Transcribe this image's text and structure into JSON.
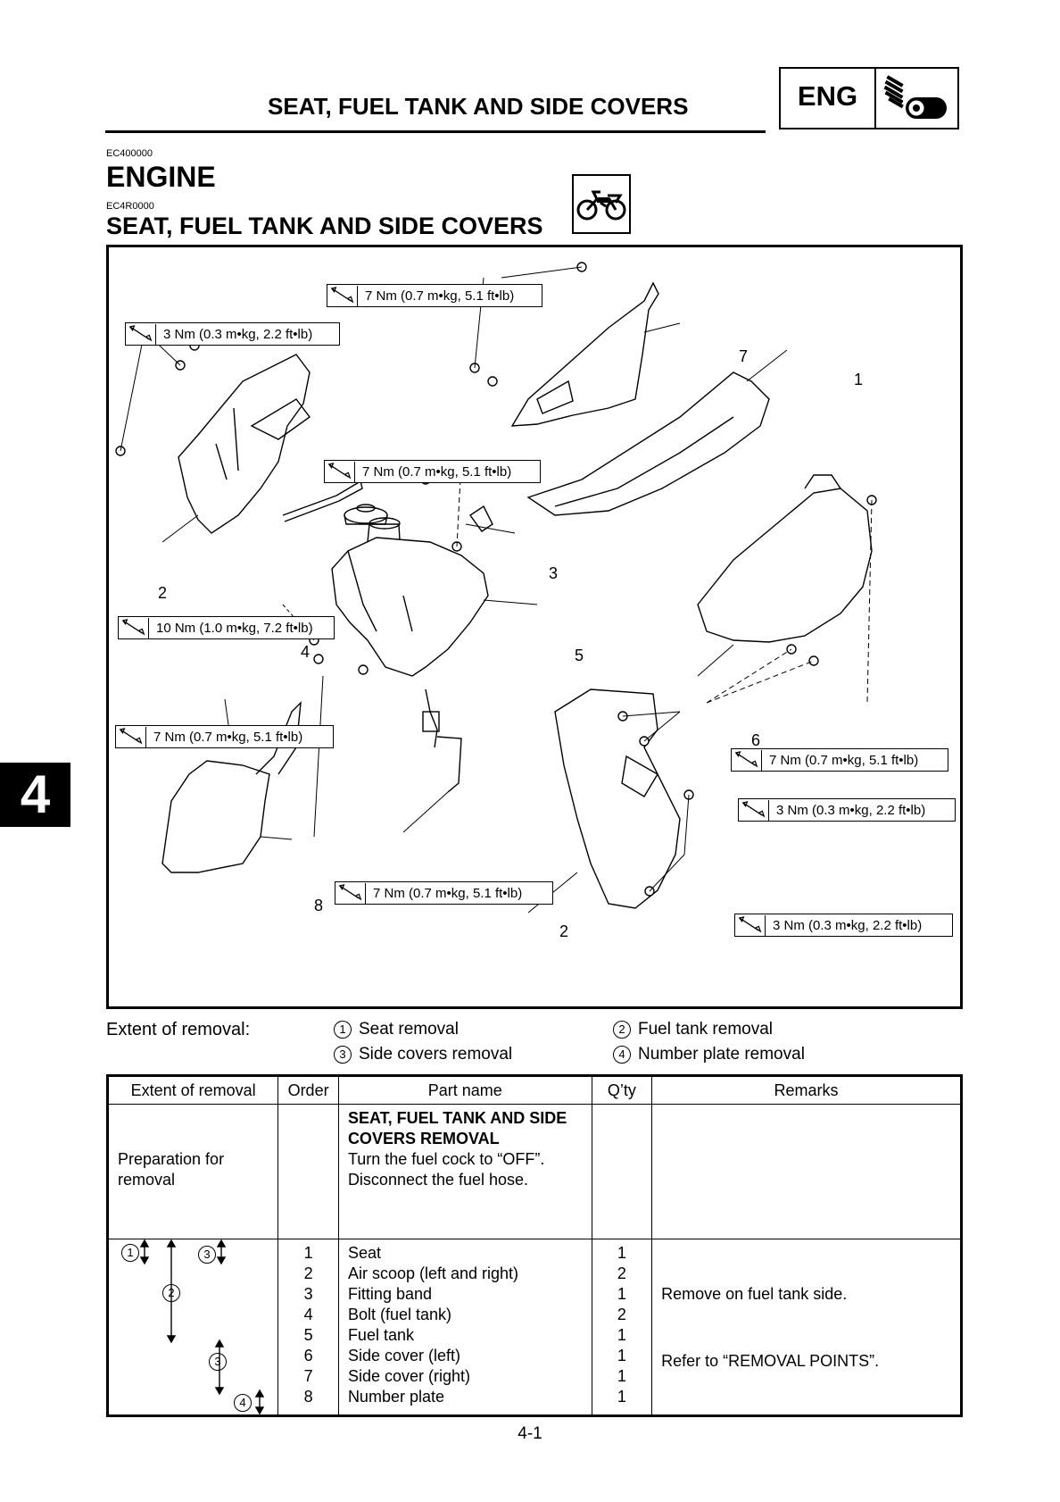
{
  "header": {
    "title": "SEAT, FUEL TANK AND SIDE COVERS",
    "section_label": "ENG",
    "section_icon": "engine-icon"
  },
  "codes": {
    "chapter": "EC400000",
    "section": "EC4R0000"
  },
  "chapter_title": "ENGINE",
  "section_title": "SEAT, FUEL TANK AND SIDE COVERS",
  "section_icon": "motorcycle-icon",
  "diagram": {
    "torques": [
      "7 Nm (0.7 m•kg, 5.1 ft•lb)",
      "3 Nm (0.3 m•kg, 2.2 ft•lb)",
      "7 Nm (0.7 m•kg, 5.1 ft•lb)",
      "10 Nm (1.0 m•kg, 7.2 ft•lb)",
      "7 Nm (0.7 m•kg, 5.1 ft•lb)",
      "7 Nm (0.7 m•kg, 5.1 ft•lb)",
      "3 Nm (0.3 m•kg, 2.2 ft•lb)",
      "7 Nm (0.7 m•kg, 5.1 ft•lb)",
      "3 Nm (0.3 m•kg, 2.2 ft•lb)"
    ],
    "callouts": [
      "7",
      "1",
      "2",
      "3",
      "4",
      "5",
      "6",
      "8",
      "2"
    ]
  },
  "extent": {
    "label": "Extent of removal:",
    "items": [
      {
        "num": "1",
        "text": "Seat removal"
      },
      {
        "num": "2",
        "text": "Fuel tank removal"
      },
      {
        "num": "3",
        "text": "Side covers removal"
      },
      {
        "num": "4",
        "text": "Number plate removal"
      }
    ]
  },
  "table": {
    "headers": [
      "Extent of removal",
      "Order",
      "Part name",
      "Q’ty",
      "Remarks"
    ],
    "prep": {
      "extent_lines": [
        "Preparation for",
        "removal"
      ],
      "part_lines_bold": [
        "SEAT, FUEL TANK AND SIDE",
        "COVERS REMOVAL"
      ],
      "part_lines": [
        "Turn the fuel cock to “OFF”.",
        "Disconnect the fuel hose."
      ]
    },
    "extent_markers": [
      "1",
      "3",
      "2",
      "3",
      "4"
    ],
    "rows": [
      {
        "order": "1",
        "part": "Seat",
        "qty": "1"
      },
      {
        "order": "2",
        "part": "Air scoop (left and right)",
        "qty": "2"
      },
      {
        "order": "3",
        "part": "Fitting band",
        "qty": "1"
      },
      {
        "order": "4",
        "part": "Bolt (fuel tank)",
        "qty": "2"
      },
      {
        "order": "5",
        "part": "Fuel tank",
        "qty": "1"
      },
      {
        "order": "6",
        "part": "Side cover (left)",
        "qty": "1"
      },
      {
        "order": "7",
        "part": "Side cover (right)",
        "qty": "1"
      },
      {
        "order": "8",
        "part": "Number plate",
        "qty": "1"
      }
    ],
    "remarks": [
      "Remove on fuel tank side.",
      "Refer to “REMOVAL POINTS”."
    ]
  },
  "side_tab": "4",
  "page_number": "4-1"
}
